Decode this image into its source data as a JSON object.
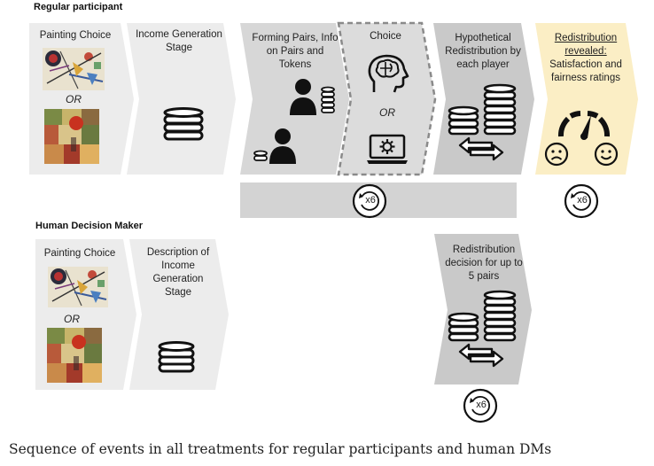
{
  "colors": {
    "stage_light": "#ececec",
    "stage_mid": "#d7d7d7",
    "stage_dark": "#c9c9c9",
    "choice_stage": "#dcdcdc",
    "highlight_stage": "#fbeec5",
    "bar": "#d3d3d3",
    "icon": "#111111"
  },
  "regular": {
    "title": "Regular participant",
    "stages": {
      "painting": {
        "label": "Painting Choice",
        "or": "OR"
      },
      "income": {
        "label": "Income Generation Stage"
      },
      "pairs": {
        "label": "Forming Pairs, Info on Pairs and Tokens"
      },
      "choice": {
        "label": "Choice",
        "or": "OR"
      },
      "hypothetical": {
        "label": "Hypothetical Redistribution by each player"
      },
      "revealed": {
        "label_underlined": "Redistribution revealed:",
        "label_rest": "Satisfaction and fairness ratings"
      }
    },
    "repeat_bar": {
      "label": "x6"
    },
    "repeat_side": {
      "label": "x6"
    }
  },
  "human_dm": {
    "title": "Human Decision Maker",
    "stages": {
      "painting": {
        "label": "Painting Choice",
        "or": "OR"
      },
      "description": {
        "label": "Description of Income Generation Stage"
      },
      "decision": {
        "label": "Redistribution decision for up to 5 pairs"
      }
    },
    "repeat": {
      "label": "x6"
    }
  },
  "caption": "Sequence of events in all treatments for regular participants and human DMs"
}
